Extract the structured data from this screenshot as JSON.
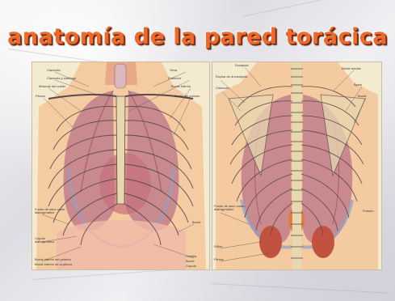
{
  "title": "anatomía de la pared torácica",
  "front_labels": {
    "a": "Clavícula",
    "b": "Clavícula y cartílago",
    "c": "Músculo del cuello",
    "d": "Pleura",
    "e": "Vena",
    "f": "Esternón",
    "g": "Borde inferior",
    "h": "Borde del pulmón",
    "i": "Fondo de saco costo-diafragmático",
    "j": "Cúpula diafragmática",
    "k": "Borde inferior del pulmón",
    "l": "Borde inferior de la pleura",
    "m": "Borde",
    "n": "Costilla",
    "o": "Borde",
    "p": "Cúpula"
  },
  "back_labels": {
    "a": "Escápula",
    "b": "Espina de la escápula",
    "c": "Clavícula",
    "d": "Borde medial",
    "e": "Ápice",
    "f": "Borde",
    "g": "Fondo de saco costo-diafragmático",
    "h": "Riñón",
    "i": "Pleura",
    "j": "Pulmón"
  },
  "colors": {
    "title": "#ef6a2a",
    "paper": "#ececf0",
    "skin": "#f4c79a",
    "lung": "#c98a8f",
    "lung_dark": "#a8606a",
    "rib": "#5a4a4a",
    "pleura": "#8fa3c4",
    "bone": "#e8d8b0",
    "kidney": "#c0523f"
  }
}
